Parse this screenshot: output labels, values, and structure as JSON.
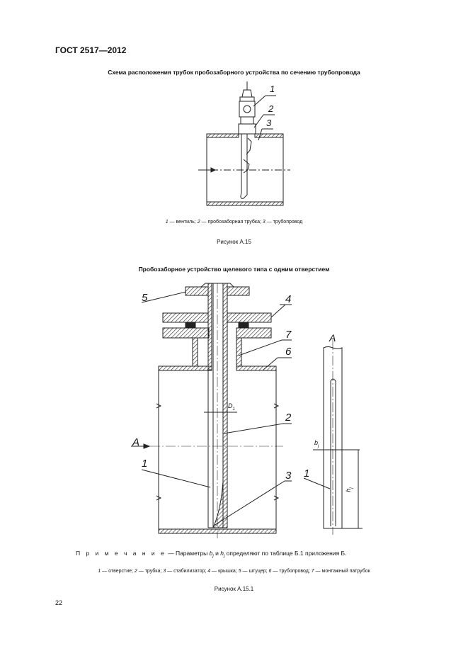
{
  "header": "ГОСТ 2517—2012",
  "figure1": {
    "title": "Схема расположения трубок пробозаборного устройства по сечению трубопровода",
    "labels": [
      "1",
      "2",
      "3"
    ],
    "legend": [
      {
        "n": "1",
        "t": " — вентиль; "
      },
      {
        "n": "2",
        "t": " — пробозаборная трубка; "
      },
      {
        "n": "3",
        "t": " — трубопровод"
      }
    ],
    "caption": "Рисунок А.15"
  },
  "figure2": {
    "title": "Пробозаборное устройство щелевого типа с одним отверстием",
    "labels": {
      "l5": "5",
      "l4": "4",
      "l7": "7",
      "l6": "6",
      "d1": "D",
      "d1_sub": "1",
      "l2": "2",
      "a_arrow": "A",
      "l1": "1",
      "l3": "3",
      "a_view": "A",
      "bj": "b",
      "bj_sub": "j",
      "l1_view": "1",
      "hj": "h",
      "hj_sub": "j"
    },
    "note": {
      "lead": "П р и м е ч а н и е",
      "t1": " — Параметры ",
      "b": "b",
      "sub1": "j",
      "t2": " и ",
      "h": "h",
      "sub2": "j",
      "t3": " определяют по таблице Б.1 приложения Б."
    },
    "legend": [
      {
        "n": "1",
        "t": " — отверстие; "
      },
      {
        "n": "2",
        "t": " — трубка; "
      },
      {
        "n": "3",
        "t": " — стабилизатор; "
      },
      {
        "n": "4",
        "t": " — крышка; "
      },
      {
        "n": "5",
        "t": " — штуцер; "
      },
      {
        "n": "6",
        "t": " — трубопровод; "
      },
      {
        "n": "7",
        "t": " — монтажный патрубок"
      }
    ],
    "caption": "Рисунок А.15.1"
  },
  "page_number": "22"
}
